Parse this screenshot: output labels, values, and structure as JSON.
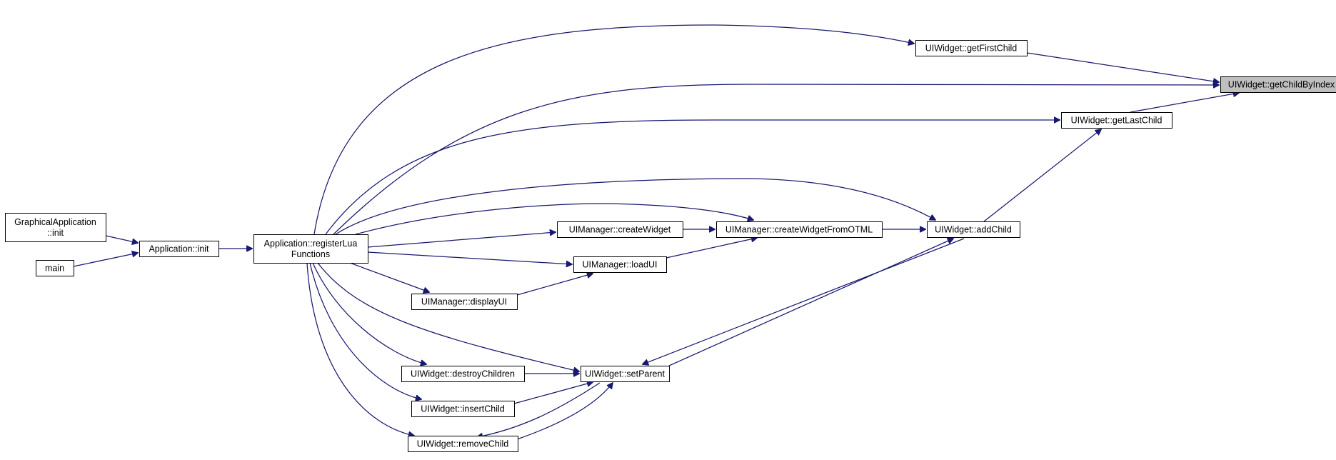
{
  "diagram": {
    "type": "call-graph",
    "colors": {
      "edge": "#191970",
      "focus_fill": "#bfbfbf",
      "node_fill": "#ffffff",
      "node_border": "#000000"
    },
    "nodes": [
      {
        "id": "getChildByIndex",
        "lines": [
          "UIWidget::getChildByIndex"
        ],
        "focus": true
      },
      {
        "id": "getFirstChild",
        "lines": [
          "UIWidget::getFirstChild"
        ]
      },
      {
        "id": "getLastChild",
        "lines": [
          "UIWidget::getLastChild"
        ]
      },
      {
        "id": "addChild",
        "lines": [
          "UIWidget::addChild"
        ]
      },
      {
        "id": "createWidgetFromOTML",
        "lines": [
          "UIManager::createWidgetFromOTML"
        ]
      },
      {
        "id": "createWidget",
        "lines": [
          "UIManager::createWidget"
        ]
      },
      {
        "id": "loadUI",
        "lines": [
          "UIManager::loadUI"
        ]
      },
      {
        "id": "displayUI",
        "lines": [
          "UIManager::displayUI"
        ]
      },
      {
        "id": "setParent",
        "lines": [
          "UIWidget::setParent"
        ]
      },
      {
        "id": "destroyChildren",
        "lines": [
          "UIWidget::destroyChildren"
        ]
      },
      {
        "id": "insertChild",
        "lines": [
          "UIWidget::insertChild"
        ]
      },
      {
        "id": "removeChild",
        "lines": [
          "UIWidget::removeChild"
        ]
      },
      {
        "id": "registerLuaFunctions",
        "lines": [
          "Application::registerLua",
          "Functions"
        ]
      },
      {
        "id": "appInit",
        "lines": [
          "Application::init"
        ]
      },
      {
        "id": "gfxInit",
        "lines": [
          "GraphicalApplication",
          "::init"
        ]
      },
      {
        "id": "main",
        "lines": [
          "main"
        ]
      }
    ],
    "edges": [
      {
        "from": "getFirstChild",
        "to": "getChildByIndex"
      },
      {
        "from": "registerLuaFunctions",
        "to": "getChildByIndex"
      },
      {
        "from": "getLastChild",
        "to": "getChildByIndex"
      },
      {
        "from": "registerLuaFunctions",
        "to": "getFirstChild"
      },
      {
        "from": "registerLuaFunctions",
        "to": "getLastChild"
      },
      {
        "from": "addChild",
        "to": "getLastChild"
      },
      {
        "from": "registerLuaFunctions",
        "to": "addChild"
      },
      {
        "from": "createWidgetFromOTML",
        "to": "addChild"
      },
      {
        "from": "setParent",
        "to": "addChild"
      },
      {
        "from": "addChild",
        "to": "setParent"
      },
      {
        "from": "registerLuaFunctions",
        "to": "createWidgetFromOTML"
      },
      {
        "from": "createWidget",
        "to": "createWidgetFromOTML"
      },
      {
        "from": "loadUI",
        "to": "createWidgetFromOTML"
      },
      {
        "from": "registerLuaFunctions",
        "to": "createWidget"
      },
      {
        "from": "registerLuaFunctions",
        "to": "loadUI"
      },
      {
        "from": "displayUI",
        "to": "loadUI"
      },
      {
        "from": "registerLuaFunctions",
        "to": "displayUI"
      },
      {
        "from": "registerLuaFunctions",
        "to": "setParent"
      },
      {
        "from": "destroyChildren",
        "to": "setParent"
      },
      {
        "from": "insertChild",
        "to": "setParent"
      },
      {
        "from": "removeChild",
        "to": "setParent"
      },
      {
        "from": "setParent",
        "to": "removeChild"
      },
      {
        "from": "registerLuaFunctions",
        "to": "destroyChildren"
      },
      {
        "from": "registerLuaFunctions",
        "to": "insertChild"
      },
      {
        "from": "registerLuaFunctions",
        "to": "removeChild"
      },
      {
        "from": "appInit",
        "to": "registerLuaFunctions"
      },
      {
        "from": "gfxInit",
        "to": "appInit"
      },
      {
        "from": "main",
        "to": "appInit"
      }
    ]
  }
}
